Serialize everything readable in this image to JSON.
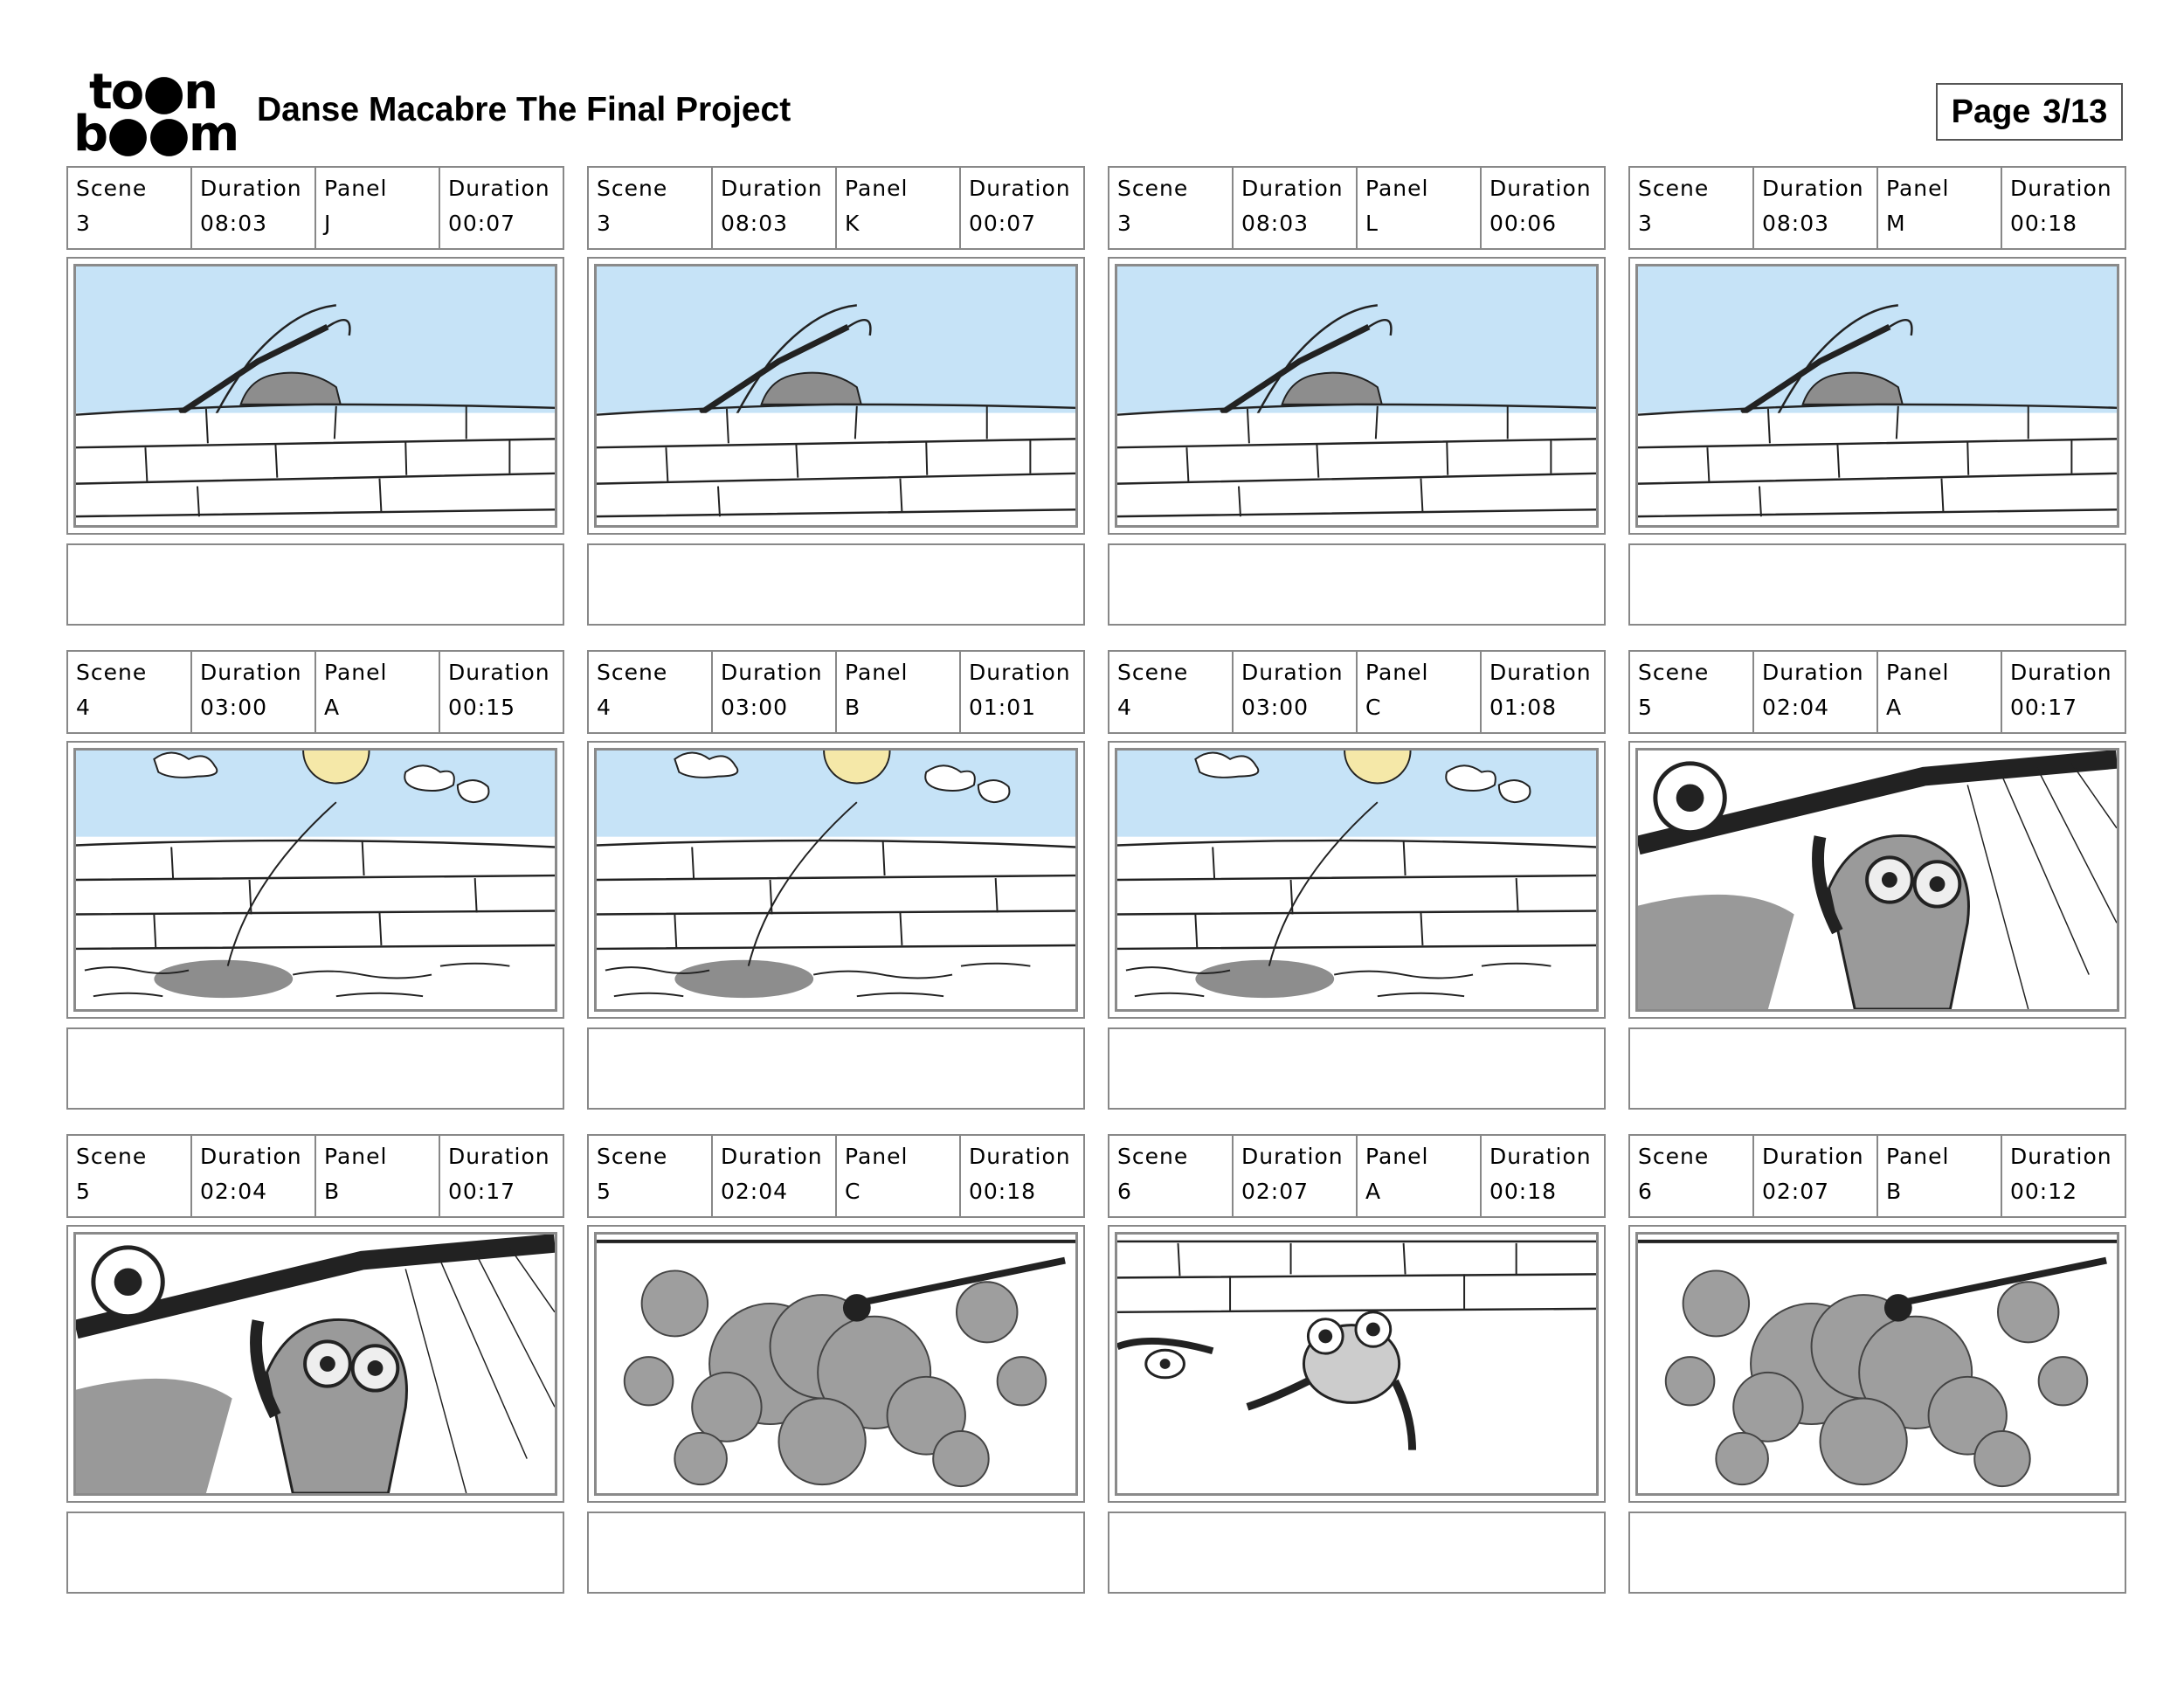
{
  "header": {
    "logo_line1": "to●n",
    "logo_line2": "b●●m",
    "project_title": "Danse Macabre The Final Project",
    "page_label": "Page",
    "page_number": "3/13"
  },
  "labels": {
    "scene": "Scene",
    "duration": "Duration",
    "panel": "Panel"
  },
  "panels": [
    {
      "scene": "3",
      "scene_duration": "08:03",
      "panel": "J",
      "panel_duration": "00:07",
      "sketch": "pier-fishing"
    },
    {
      "scene": "3",
      "scene_duration": "08:03",
      "panel": "K",
      "panel_duration": "00:07",
      "sketch": "pier-fishing"
    },
    {
      "scene": "3",
      "scene_duration": "08:03",
      "panel": "L",
      "panel_duration": "00:06",
      "sketch": "pier-fishing"
    },
    {
      "scene": "3",
      "scene_duration": "08:03",
      "panel": "M",
      "panel_duration": "00:18",
      "sketch": "pier-fishing"
    },
    {
      "scene": "4",
      "scene_duration": "03:00",
      "panel": "A",
      "panel_duration": "00:15",
      "sketch": "wall-water"
    },
    {
      "scene": "4",
      "scene_duration": "03:00",
      "panel": "B",
      "panel_duration": "01:01",
      "sketch": "wall-water"
    },
    {
      "scene": "4",
      "scene_duration": "03:00",
      "panel": "C",
      "panel_duration": "01:08",
      "sketch": "wall-water"
    },
    {
      "scene": "5",
      "scene_duration": "02:04",
      "panel": "A",
      "panel_duration": "00:17",
      "sketch": "robot-closeup"
    },
    {
      "scene": "5",
      "scene_duration": "02:04",
      "panel": "B",
      "panel_duration": "00:17",
      "sketch": "robot-closeup"
    },
    {
      "scene": "5",
      "scene_duration": "02:04",
      "panel": "C",
      "panel_duration": "00:18",
      "sketch": "smoke-cloud"
    },
    {
      "scene": "6",
      "scene_duration": "02:07",
      "panel": "A",
      "panel_duration": "00:18",
      "sketch": "frog-robot"
    },
    {
      "scene": "6",
      "scene_duration": "02:07",
      "panel": "B",
      "panel_duration": "00:12",
      "sketch": "smoke-cloud"
    }
  ]
}
